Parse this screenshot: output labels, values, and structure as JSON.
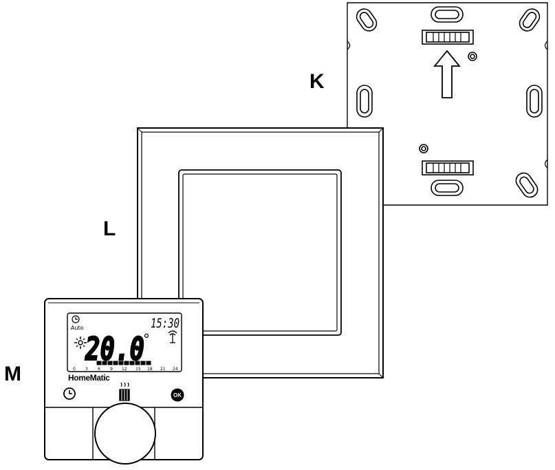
{
  "labels": {
    "mounting_plate": "K",
    "frame": "L",
    "thermostat": "M"
  },
  "display": {
    "mode": "Auto",
    "time": "15:30",
    "temperature": "20.0",
    "degree": "°",
    "scale_ticks": [
      "0",
      "3",
      "6",
      "9",
      "12",
      "15",
      "18",
      "21",
      "24"
    ]
  },
  "brand": "HomeMatic",
  "buttons": {
    "ok": "OK"
  },
  "icons": {
    "clock": "clock-icon",
    "sun": "sun-icon",
    "antenna": "antenna-icon",
    "radiator": "radiator-icon",
    "arrow": "up-arrow-icon"
  }
}
